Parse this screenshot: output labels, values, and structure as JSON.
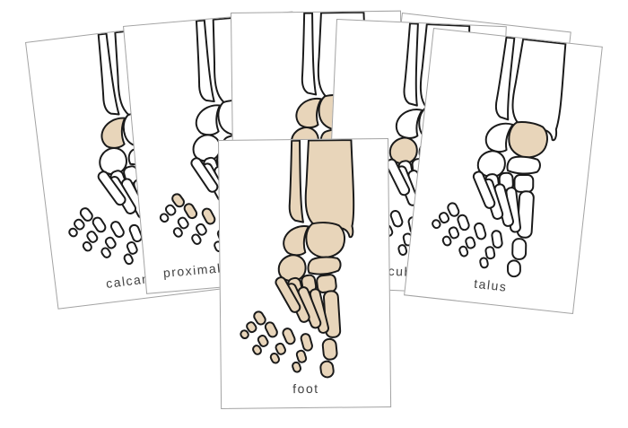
{
  "page": {
    "description": "Fanned set of foot-bone nomenclature cards on a white background",
    "background": "#ffffff"
  },
  "colors": {
    "highlight": "#e8d5ba",
    "bone_fill": "#ffffff",
    "outline": "#1a1a1a",
    "card_border": "#a3a3a3",
    "label_color": "#414141"
  },
  "cards": [
    {
      "id": "calcaneus-card",
      "label": "calcaneus",
      "highlighted_bone": "calcaneus"
    },
    {
      "id": "proximal-card",
      "label": "proximal phalanges",
      "highlighted_bone": "proximal phalanges"
    },
    {
      "id": "tarsals-card",
      "label": "",
      "highlighted_bone": "tarsal cluster (label hidden behind front card)"
    },
    {
      "id": "blank-back-card",
      "label": "",
      "highlighted_bone": "none (only top sliver visible)"
    },
    {
      "id": "cuboid-card",
      "label": "cuboid",
      "highlighted_bone": "cuboid"
    },
    {
      "id": "talus-card",
      "label": "talus",
      "highlighted_bone": "talus"
    },
    {
      "id": "foot-card",
      "label": "foot",
      "highlighted_bone": "entire foot skeleton"
    }
  ]
}
